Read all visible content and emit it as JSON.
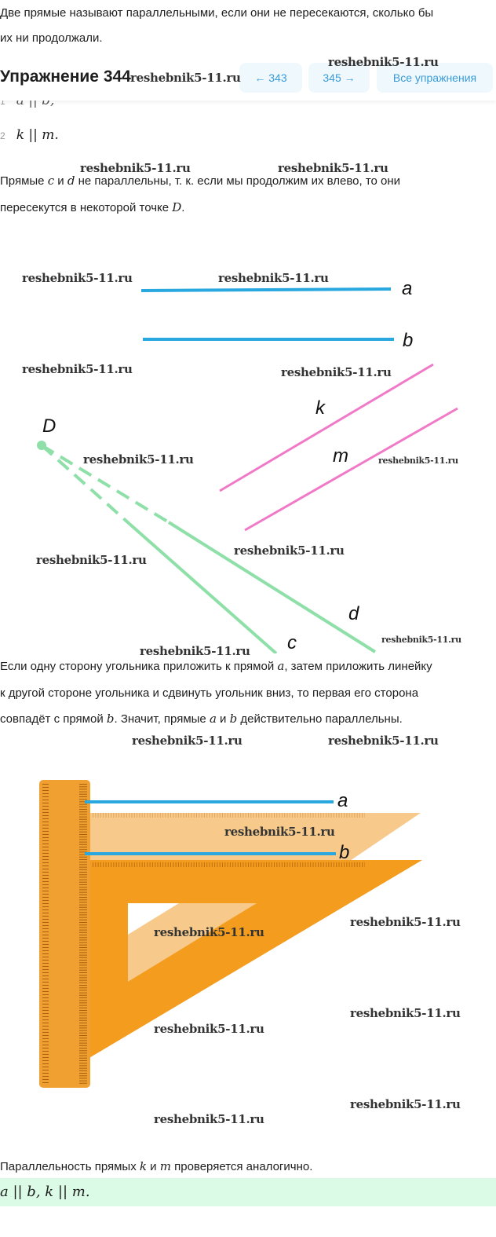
{
  "intro": {
    "line1": "Две прямые называют параллельными, если они не пересекаются, сколько бы",
    "line2": "их ни продолжали."
  },
  "header": {
    "title": "Упражнение 344",
    "prev_label": "← 343",
    "next_label": "345 →",
    "all_label": "Все упражнения"
  },
  "answers": [
    {
      "num": "1",
      "text": "a || b,"
    },
    {
      "num": "2",
      "text": "k || m."
    }
  ],
  "para1": {
    "line1_a": "Прямые ",
    "c": "c",
    "mid": " и ",
    "d": "d",
    "line1_b": " не параллельны, т. к. если мы продолжим их влево, то они",
    "line2": "пересекутся в некоторой точке ",
    "D": "D",
    "end": "."
  },
  "figure1": {
    "labels": {
      "a": "a",
      "b": "b",
      "k": "k",
      "m": "m",
      "D": "D",
      "d": "d",
      "c": "c"
    },
    "colors": {
      "ab": "#29a8e0",
      "km": "#f07ac8",
      "cd": "#8ee0a8"
    }
  },
  "para2": {
    "line1": "Если одну сторону угольника приложить к прямой ",
    "a": "a",
    "line1_end": ", затем приложить линейку",
    "line2": "к другой стороне угольника и сдвинуть угольник вниз, то первая его сторона",
    "line3a": "совпадёт с прямой ",
    "b": "b",
    "line3b": ". Значит, прямые ",
    "a2": "a",
    "and": " и ",
    "b2": "b",
    "line3c": " действительно параллельны."
  },
  "figure2": {
    "labels": {
      "a": "a",
      "b": "b"
    },
    "colors": {
      "ruler": "#f0a030",
      "square_light": "#f7c98a",
      "square": "#f39c1e"
    }
  },
  "para3": {
    "text_a": "Параллельность прямых ",
    "k": "k",
    "and": " и ",
    "m": "m",
    "text_b": " проверяется аналогично."
  },
  "final_answer": "a || b, k || m.",
  "watermark": "reshebnik5-11.ru"
}
